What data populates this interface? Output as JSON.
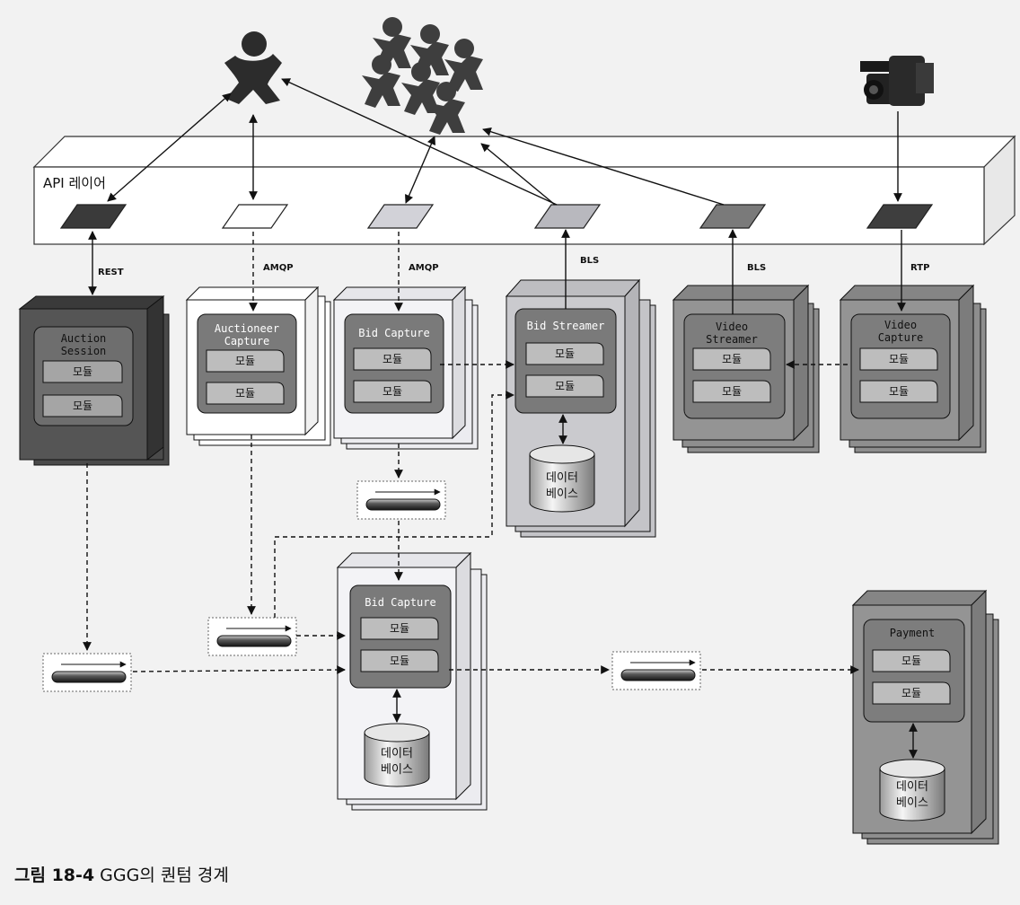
{
  "api_layer": {
    "label": "API 레이어"
  },
  "protocols": {
    "rest": "REST",
    "amqp1": "AMQP",
    "amqp2": "AMQP",
    "bls1": "BLS",
    "bls2": "BLS",
    "rtp": "RTP"
  },
  "services": {
    "auction_session": {
      "line1": "Auction",
      "line2": "Session",
      "module1": "모듈",
      "module2": "모듈"
    },
    "auctioneer_capture": {
      "line1": "Auctioneer",
      "line2": "Capture",
      "module1": "모듈",
      "module2": "모듈"
    },
    "bid_capture_top": {
      "title": "Bid Capture",
      "module1": "모듈",
      "module2": "모듈"
    },
    "bid_streamer": {
      "title": "Bid Streamer",
      "module1": "모듈",
      "module2": "모듈",
      "db_line1": "데이터",
      "db_line2": "베이스"
    },
    "video_streamer": {
      "line1": "Video",
      "line2": "Streamer",
      "module1": "모듈",
      "module2": "모듈"
    },
    "video_capture": {
      "line1": "Video",
      "line2": "Capture",
      "module1": "모듈",
      "module2": "모듈"
    },
    "bid_capture_bottom": {
      "title": "Bid Capture",
      "module1": "모듈",
      "module2": "모듈",
      "db_line1": "데이터",
      "db_line2": "베이스"
    },
    "payment": {
      "title": "Payment",
      "module1": "모듈",
      "module2": "모듈",
      "db_line1": "데이터",
      "db_line2": "베이스"
    }
  },
  "caption": {
    "number": "그림 18-4",
    "text": "GGG의 퀀텀 경계"
  },
  "colors": {
    "dark": "#4a4a4a",
    "mid": "#8a8a8a",
    "light": "#d9d9dd",
    "white": "#ffffff",
    "line": "#111111"
  },
  "icons": [
    "single-user-icon",
    "user-group-icon",
    "video-camera-icon",
    "message-queue-icon",
    "database-icon"
  ]
}
